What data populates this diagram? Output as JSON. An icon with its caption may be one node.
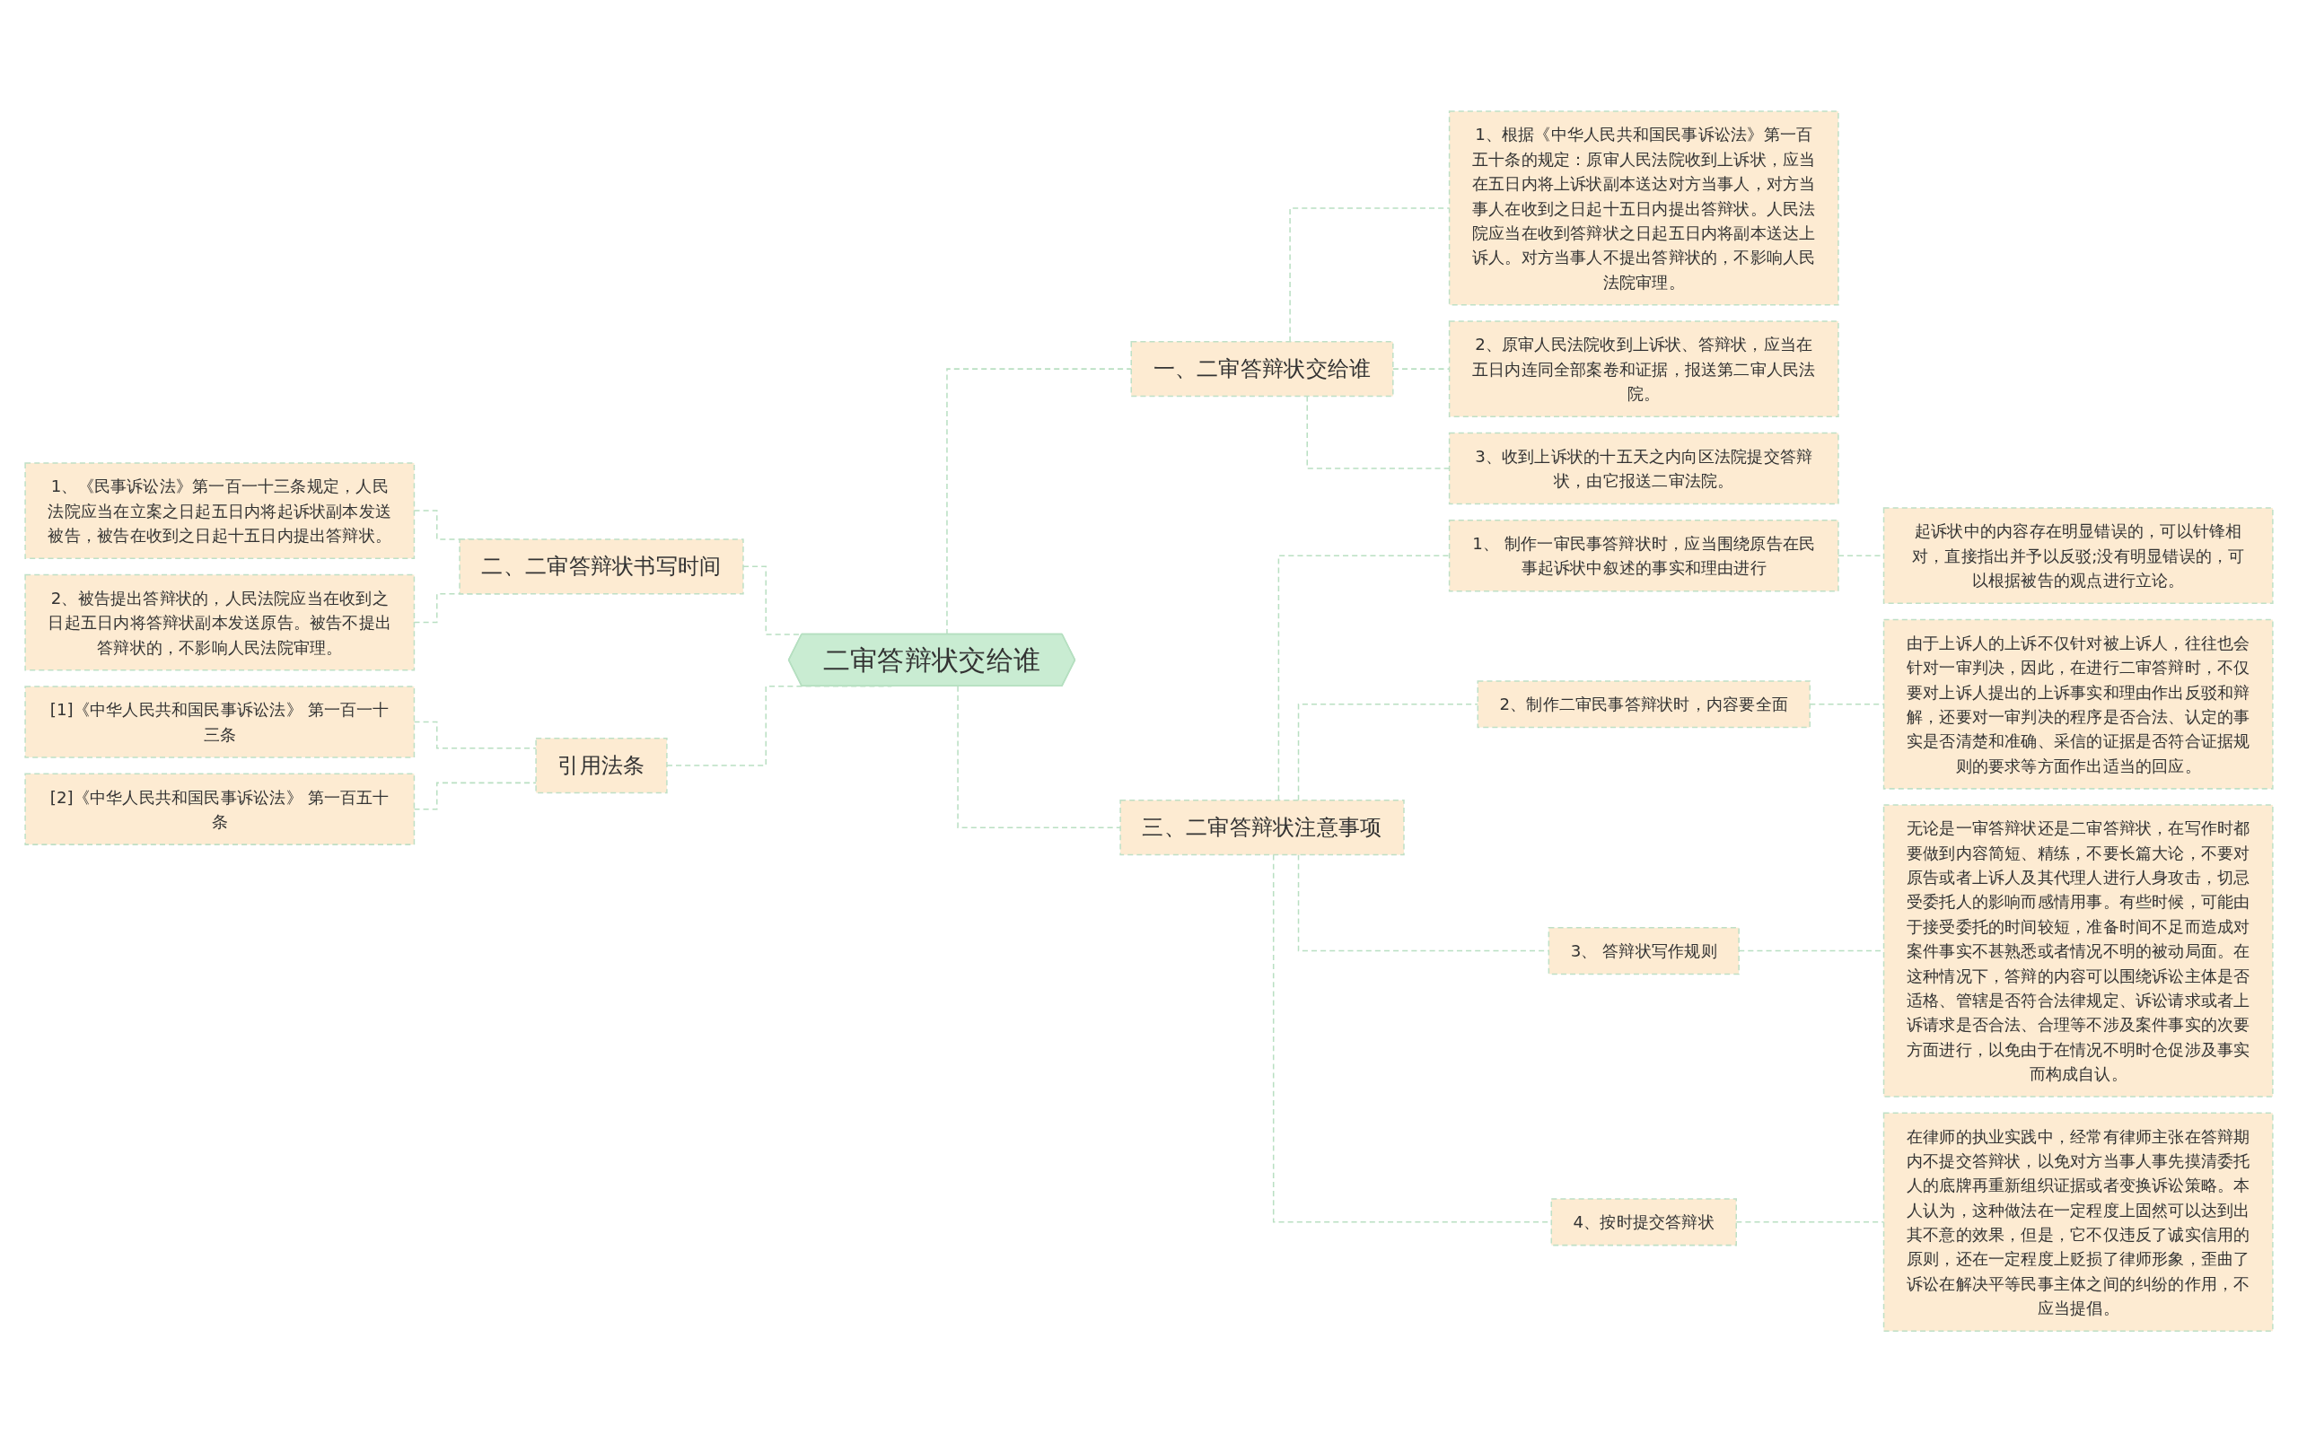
{
  "diagram": {
    "nodes": [
      {
        "text": [
          "二审答辩状交给谁"
        ]
      },
      {
        "text": [
          "一、二审答辩状交给谁"
        ]
      },
      {
        "text": [
          "1、根据《中华人民共和国民事诉讼法》第一百五十条的规定：原审人民法院收到上诉状，应当在五日内将上诉状副本送达对方当事人，对方当事人在收到之日起十五日内提出答辩状。人民法院应当在收到答辩状之日起五日内将副本送达上诉人。对方当事人不提出答辩状的，不影响人民法院审理。"
        ]
      },
      {
        "text": [
          "2、原审人民法院收到上诉状、答辩状，应当在五日内连同全部案卷和证据，报送第二审人民法院。"
        ]
      },
      {
        "text": [
          "3、收到上诉状的十五天之内向区法院提交答辩状，由它报送二审法院。"
        ]
      },
      {
        "text": [
          "二、二审答辩状书写时间"
        ]
      },
      {
        "text": [
          "1、《民事诉讼法》第一百一十三条规定，人民法院应当在立案之日起五日内将起诉状副本发送被告，被告在收到之日起十五日内提出答辩状。"
        ]
      },
      {
        "text": [
          "2、被告提出答辩状的，人民法院应当在收到之日起五日内将答辩状副本发送原告。被告不提出答辩状的，不影响人民法院审理。"
        ]
      },
      {
        "text": [
          "引用法条"
        ]
      },
      {
        "text": [
          "[1]《中华人民共和国民事诉讼法》 第一百一十三条"
        ]
      },
      {
        "text": [
          "[2]《中华人民共和国民事诉讼法》 第一百五十条"
        ]
      },
      {
        "text": [
          "三、二审答辩状注意事项"
        ]
      },
      {
        "text": [
          "1、 制作一审民事答辩状时，应当围绕原告在民事起诉状中叙述的事实和理由进行"
        ]
      },
      {
        "text": [
          "起诉状中的内容存在明显错误的，可以针锋相对，直接指出并予以反驳;没有明显错误的，可以根据被告的观点进行立论。"
        ]
      },
      {
        "text": [
          "2、制作二审民事答辩状时，内容要全面"
        ]
      },
      {
        "text": [
          "由于上诉人的上诉不仅针对被上诉人，往往也会针对一审判决，因此，在进行二审答辩时，不仅要对上诉人提出的上诉事实和理由作出反驳和辩解，还要对一审判决的程序是否合法、认定的事实是否清楚和准确、采信的证据是否符合证据规则的要求等方面作出适当的回应。"
        ]
      },
      {
        "text": [
          "3、 答辩状写作规则"
        ]
      },
      {
        "text": [
          "无论是一审答辩状还是二审答辩状，在写作时都要做到内容简短、精练，不要长篇大论，不要对原告或者上诉人及其代理人进行人身攻击，切忌受委托人的影响而感情用事。有些时候，可能由于接受委托的时间较短，准备时间不足而造成对案件事实不甚熟悉或者情况不明的被动局面。在这种情况下，答辩的内容可以围绕诉讼主体是否适格、管辖是否符合法律规定、诉讼请求或者上诉请求是否合法、合理等不涉及案件事实的次要方面进行，以免由于在情况不明时仓促涉及事实而构成自认。"
        ]
      },
      {
        "text": [
          "4、按时提交答辩状"
        ]
      },
      {
        "text": [
          "在律师的执业实践中，经常有律师主张在答辩期内不提交答辩状，以免对方当事人事先摸清委托人的底牌再重新组织证据或者变换诉讼策略。本人认为，这种做法在一定程度上固然可以达到出其不意的效果，但是，它不仅违反了诚实信用的原则，还在一定程度上贬损了律师形象，歪曲了诉讼在解决平等民事主体之间的纠纷的作用，不应当提倡。"
        ]
      }
    ],
    "edges": [
      {
        "from": 0,
        "to": 1,
        "arrow": "none",
        "style": "dashed"
      },
      {
        "from": 1,
        "to": 2,
        "arrow": "none",
        "style": "dashed"
      },
      {
        "from": 1,
        "to": 3,
        "arrow": "none",
        "style": "dashed"
      },
      {
        "from": 1,
        "to": 4,
        "arrow": "none",
        "style": "dashed"
      },
      {
        "from": 0,
        "to": 5,
        "arrow": "none",
        "style": "dashed"
      },
      {
        "from": 5,
        "to": 6,
        "arrow": "none",
        "style": "dashed"
      },
      {
        "from": 5,
        "to": 7,
        "arrow": "none",
        "style": "dashed"
      },
      {
        "from": 0,
        "to": 8,
        "arrow": "none",
        "style": "dashed"
      },
      {
        "from": 8,
        "to": 9,
        "arrow": "none",
        "style": "dashed"
      },
      {
        "from": 8,
        "to": 10,
        "arrow": "none",
        "style": "dashed"
      },
      {
        "from": 0,
        "to": 11,
        "arrow": "none",
        "style": "dashed"
      },
      {
        "from": 11,
        "to": 12,
        "arrow": "none",
        "style": "dashed"
      },
      {
        "from": 12,
        "to": 13,
        "arrow": "none",
        "style": "dashed"
      },
      {
        "from": 11,
        "to": 14,
        "arrow": "none",
        "style": "dashed"
      },
      {
        "from": 14,
        "to": 15,
        "arrow": "none",
        "style": "dashed"
      },
      {
        "from": 11,
        "to": 16,
        "arrow": "none",
        "style": "dashed"
      },
      {
        "from": 16,
        "to": 17,
        "arrow": "none",
        "style": "dashed"
      },
      {
        "from": 11,
        "to": 18,
        "arrow": "none",
        "style": "dashed"
      },
      {
        "from": 18,
        "to": 19,
        "arrow": "none",
        "style": "dashed"
      }
    ]
  }
}
